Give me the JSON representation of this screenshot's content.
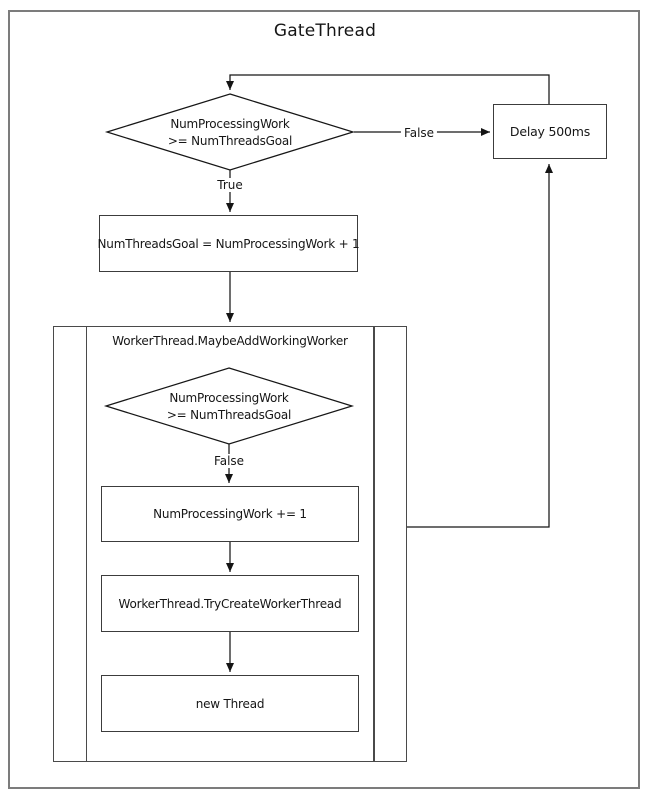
{
  "title": "GateThread",
  "nodes": {
    "outer_decision": {
      "line1": "NumProcessingWork",
      "line2": ">= NumThreadsGoal"
    },
    "delay_box": {
      "label": "Delay 500ms"
    },
    "set_goal_box": {
      "label": "NumThreadsGoal = NumProcessingWork + 1"
    },
    "subprocess": {
      "title": "WorkerThread.MaybeAddWorkingWorker"
    },
    "inner_decision": {
      "line1": "NumProcessingWork",
      "line2": ">= NumThreadsGoal"
    },
    "increment_box": {
      "label": "NumProcessingWork += 1"
    },
    "try_create_box": {
      "label": "WorkerThread.TryCreateWorkerThread"
    },
    "new_thread_box": {
      "label": "new Thread"
    }
  },
  "edge_labels": {
    "outer_false": "False",
    "outer_true": "True",
    "inner_false": "False"
  },
  "colors": {
    "line": "#161616",
    "outer_frame_border": "#7c7c7c",
    "box_border": "#3c3c3c",
    "background": "#ffffff"
  }
}
